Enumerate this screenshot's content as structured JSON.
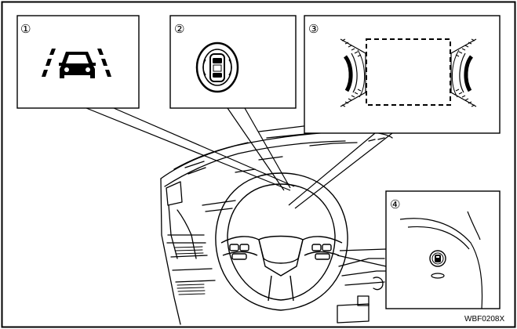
{
  "figure": {
    "code": "WBF0208X",
    "callouts": [
      {
        "number": "①",
        "icon": "lane-departure-warning-icon"
      },
      {
        "number": "②",
        "icon": "vehicle-with-sensor-indicator-icon"
      },
      {
        "number": "③",
        "icon": "around-view-monitor-display-icon"
      },
      {
        "number": "④",
        "icon": "steering-wheel-switch-icon"
      }
    ]
  }
}
